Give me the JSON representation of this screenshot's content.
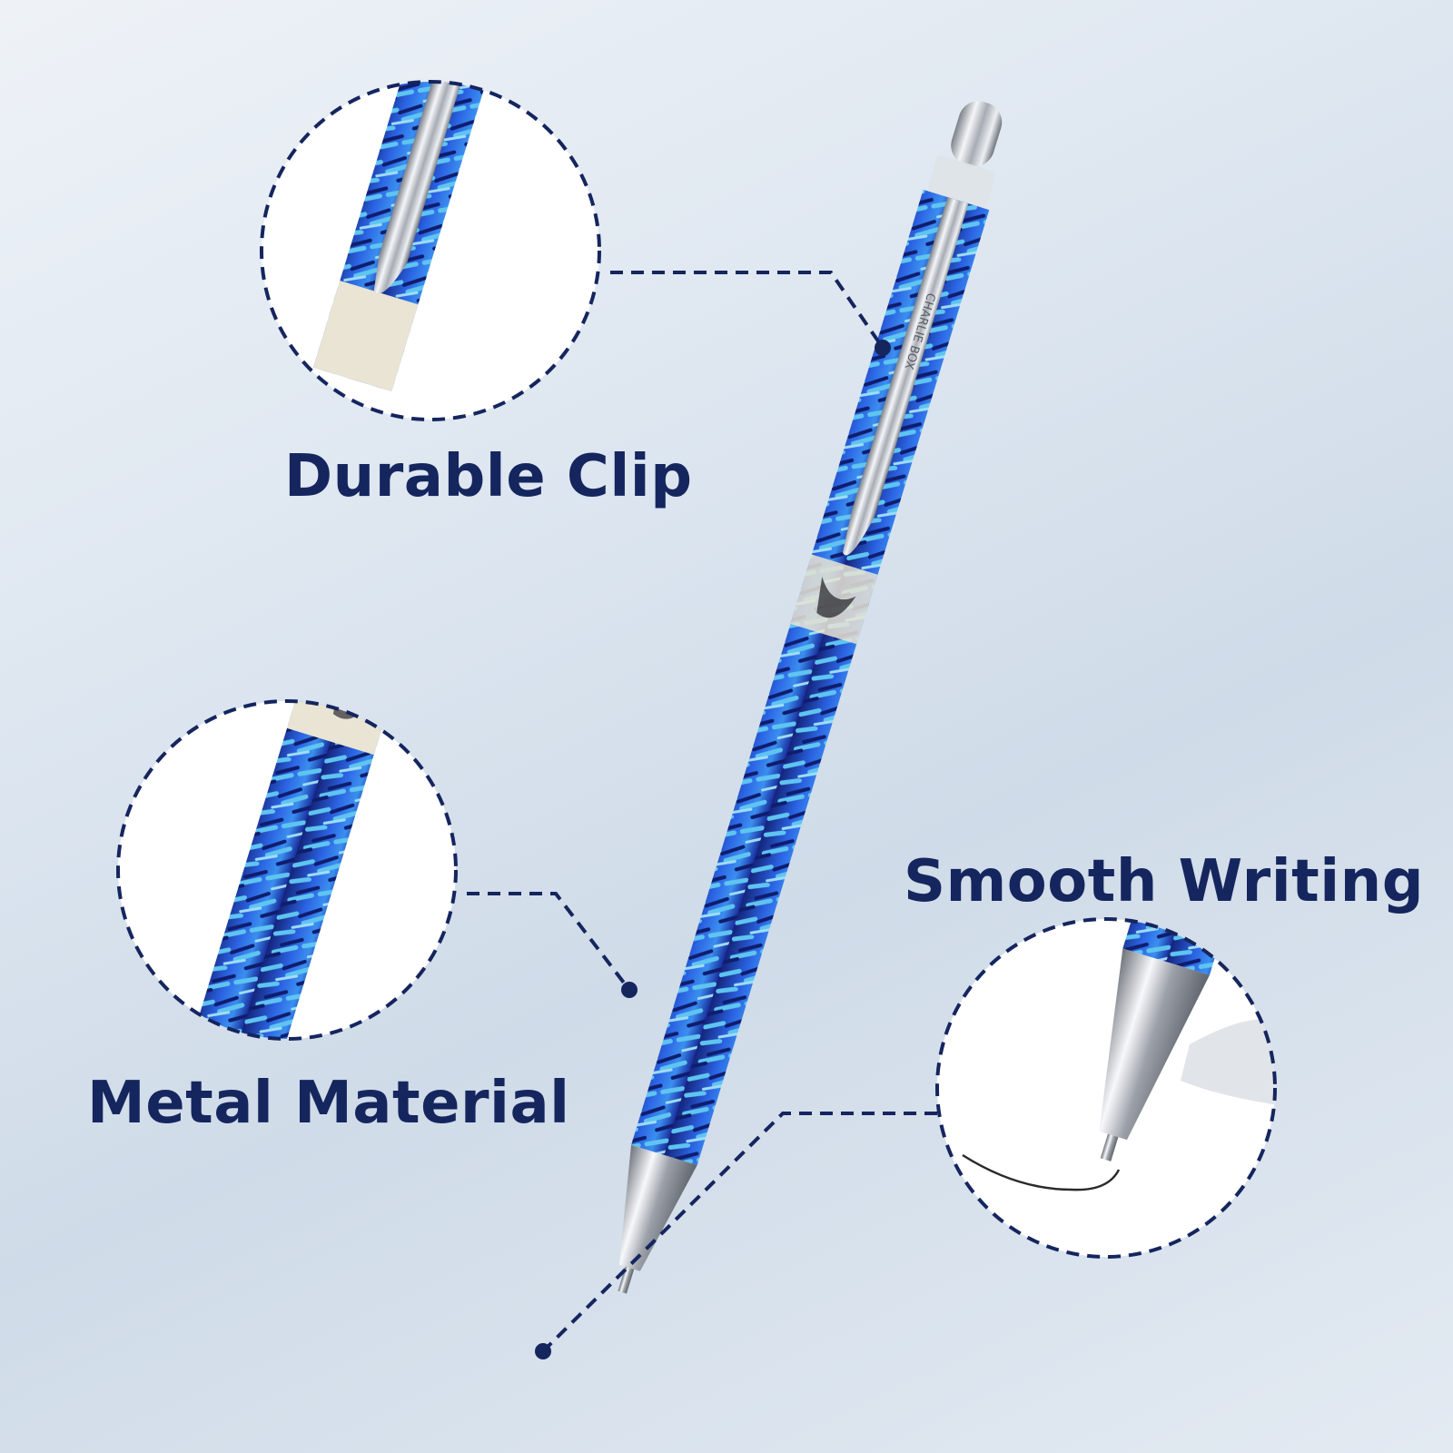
{
  "callouts": {
    "clip": {
      "label": "Durable Clip"
    },
    "metal": {
      "label": "Metal Material"
    },
    "writing": {
      "label": "Smooth Writing"
    }
  },
  "pen": {
    "clip_engraving": "CHARLIE BOX"
  },
  "colors": {
    "label": "#15255e",
    "dashed_line": "#15255e",
    "pattern_dark": "#1a2f9e",
    "pattern_mid": "#2a5fe0",
    "pattern_light": "#5fc4f0",
    "chrome": "#c8ccd3"
  }
}
